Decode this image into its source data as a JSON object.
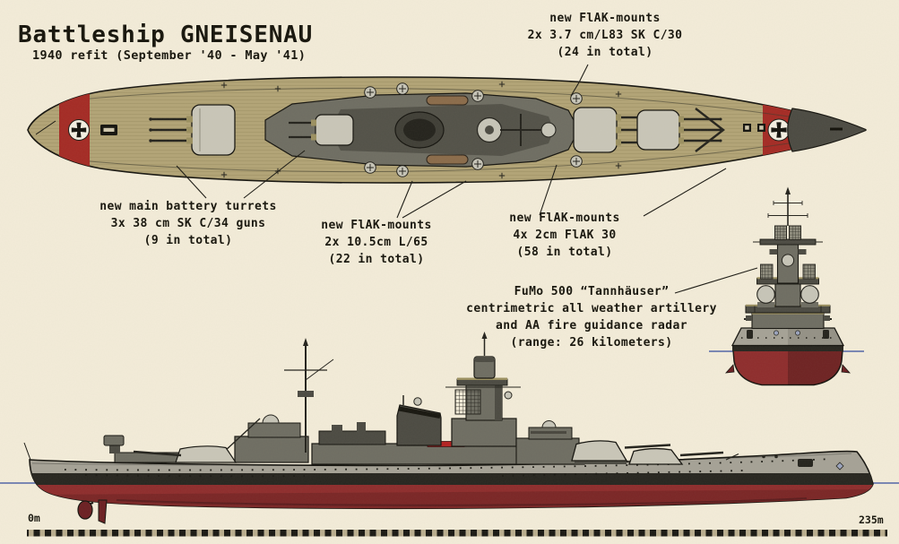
{
  "header": {
    "title": "Battleship GNEISENAU",
    "subtitle": "1940 refit (September '40 - May '41)"
  },
  "annotations": {
    "flak_37": {
      "lines": [
        "new FlAK-mounts",
        "2x 3.7 cm/L83 SK C/30",
        "(24 in total)"
      ]
    },
    "main_battery": {
      "lines": [
        "new main battery turrets",
        "3x 38 cm SK C/34 guns",
        "(9 in total)"
      ]
    },
    "flak_105": {
      "lines": [
        "new FlAK-mounts",
        "2x 10.5cm L/65",
        "(22 in total)"
      ]
    },
    "flak_20": {
      "lines": [
        "new FlAK-mounts",
        "4x 2cm FlAK 30",
        "(58 in total)"
      ]
    },
    "radar": {
      "lines": [
        "FuMo 500 “Tannhäuser”",
        "centrimetric all weather artillery",
        "and AA fire guidance radar",
        "(range: 26 kilometers)"
      ]
    }
  },
  "scale": {
    "start_label": "0m",
    "end_label": "235m"
  },
  "colors": {
    "paper": "#f3ecd9",
    "deck_tan": "#b2a476",
    "plank_line": "#998c5f",
    "band_red": "#a42a24",
    "hull_red": "#8e2c2c",
    "hull_red_dark": "#6b1f22",
    "hull_gray": "#a5a296",
    "superstructure": "#6e6d62",
    "superstructure_dark": "#4b4a42",
    "superstructure_light": "#c7c5b8",
    "turret_gray": "#c9c6b8",
    "boot_black": "#26251f",
    "waterline_blue": "#5064a8",
    "khaki": "#9b9060",
    "boat_brown": "#8a6b4a",
    "outline": "#15140f"
  }
}
